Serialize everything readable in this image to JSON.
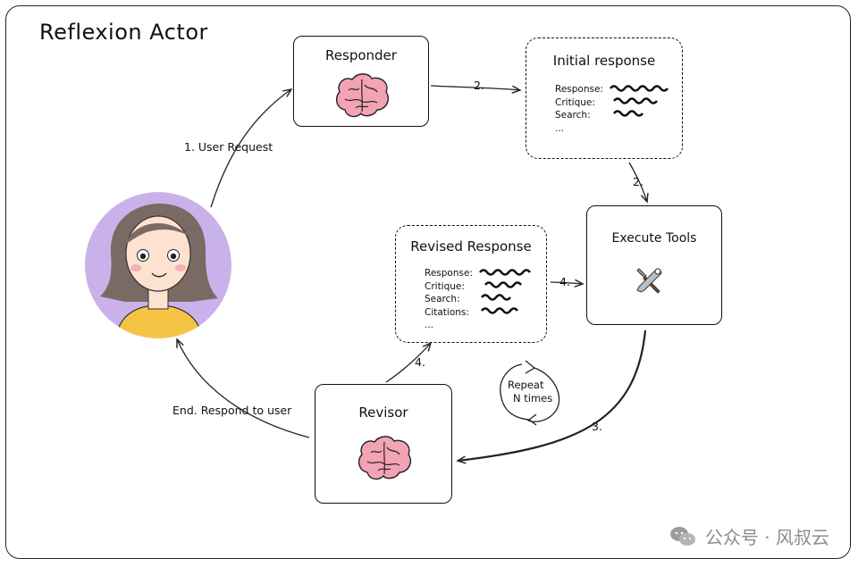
{
  "diagram": {
    "title": "Reflexion Actor",
    "nodes": {
      "responder": {
        "label": "Responder",
        "icon": "brain-icon"
      },
      "initial_response": {
        "label": "Initial response",
        "fields": [
          "Response:",
          "Critique:",
          "Search:",
          "..."
        ]
      },
      "execute_tools": {
        "label": "Execute Tools",
        "icon": "tools-icon"
      },
      "revised_response": {
        "label": "Revised Response",
        "fields": [
          "Response:",
          "Critique:",
          "Search:",
          "Citations:",
          "..."
        ]
      },
      "revisor": {
        "label": "Revisor",
        "icon": "brain-icon"
      },
      "user": {
        "icon": "user-avatar-icon"
      }
    },
    "edges": {
      "user_request": "1. User Request",
      "to_initial": "2.",
      "to_execute": "2.",
      "execute_to_revisor": "3.",
      "revisor_to_revised": "4.",
      "revised_to_execute": "4.",
      "respond_to_user": "End. Respond to user"
    },
    "loop_note": {
      "line1": "Repeat",
      "line2": "N times"
    }
  },
  "watermark": {
    "text": "公众号 · 风叔云",
    "icon": "wechat-icon"
  },
  "colors": {
    "brain": "#f2a3b4",
    "avatar_bg": "#c9b2ea",
    "shirt": "#f6c445",
    "hair": "#7a6a63"
  }
}
